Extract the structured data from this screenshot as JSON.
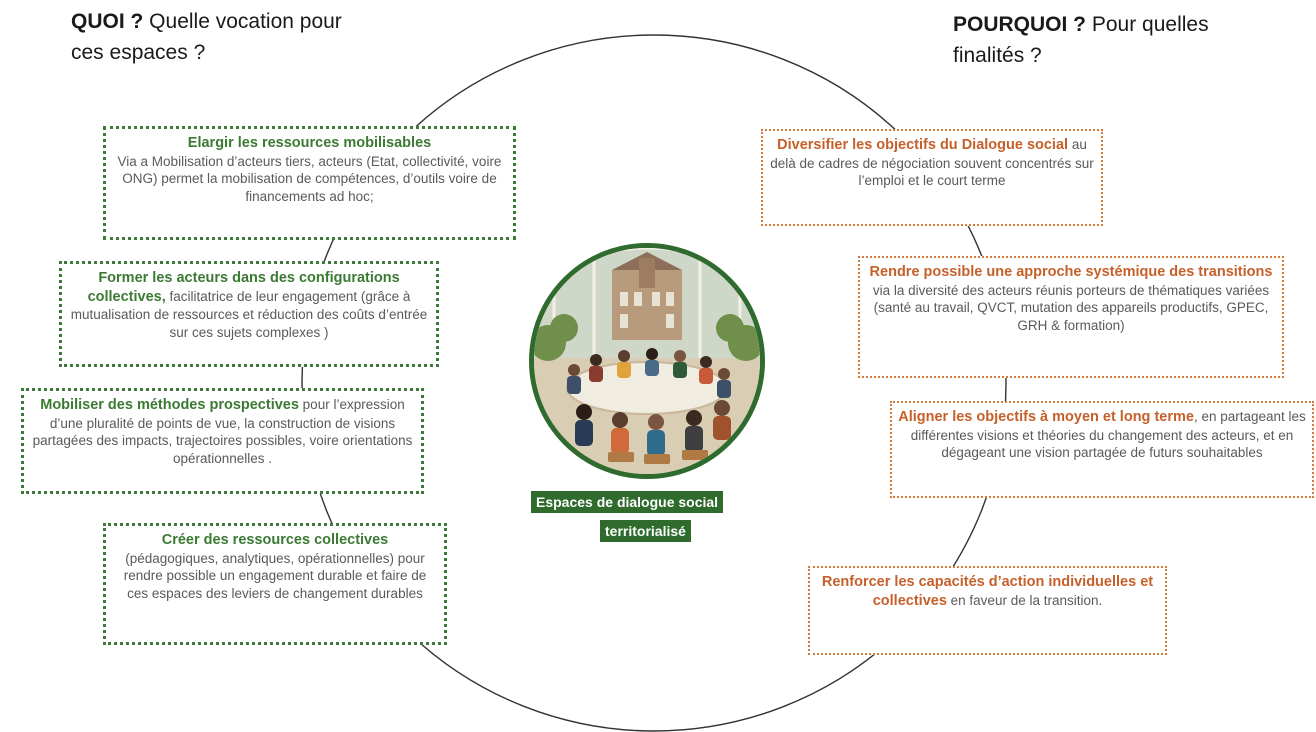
{
  "title_left": {
    "bold": "QUOI ?",
    "rest": " Quelle vocation pour ces espaces ?"
  },
  "title_right": {
    "bold": "POURQUOI ?",
    "rest": " Pour quelles finalités ?"
  },
  "center": {
    "label_line1": "Espaces de dialogue social",
    "label_line2": "territorialisé"
  },
  "left_boxes": [
    {
      "bold": "Elargir les ressources mobilisables",
      "text": "Via a Mobilisation d’acteurs tiers, acteurs (Etat, collectivité, voire ONG) permet la mobilisation de compétences, d’outils voire de financements ad hoc;"
    },
    {
      "bold": "Former les acteurs dans des configurations collectives,",
      "text": " facilitatrice de leur engagement (grâce à mutualisation de ressources et réduction des coûts d’entrée sur ces sujets complexes )"
    },
    {
      "bold": "Mobiliser des méthodes prospectives",
      "text": " pour l’expression d’une pluralité de points de vue, la construction de visions partagées des impacts, trajectoires possibles, voire orientations opérationnelles ."
    },
    {
      "bold": "Créer des ressources collectives",
      "text": "(pédagogiques, analytiques, opérationnelles) pour rendre possible un engagement durable et faire de ces espaces des leviers de changement durables"
    }
  ],
  "right_boxes": [
    {
      "bold": "Diversifier les objectifs du Dialogue social",
      "text": " au delà de cadres de négociation souvent concentrés sur l’emploi et le court terme"
    },
    {
      "bold": "Rendre possible une approche systémique des transitions",
      "text": " via la diversité des acteurs réunis porteurs de thématiques variées (santé au travail, QVCT, mutation des appareils productifs, GPEC, GRH & formation)"
    },
    {
      "bold": "Aligner les objectifs à moyen et long terme",
      "text": ", en partageant les différentes visions et théories du changement des acteurs, et en dégageant une vision partagée de futurs souhaitables"
    },
    {
      "bold": "Renforcer les capacités d’action individuelles et collectives",
      "text": " en faveur de la transition."
    }
  ],
  "colors": {
    "green": "#3f7a3a",
    "orange": "#d27a3e",
    "dark_green_label": "#2e6b2c"
  },
  "icons": {
    "center_image": "round-table-meeting-illustration"
  }
}
